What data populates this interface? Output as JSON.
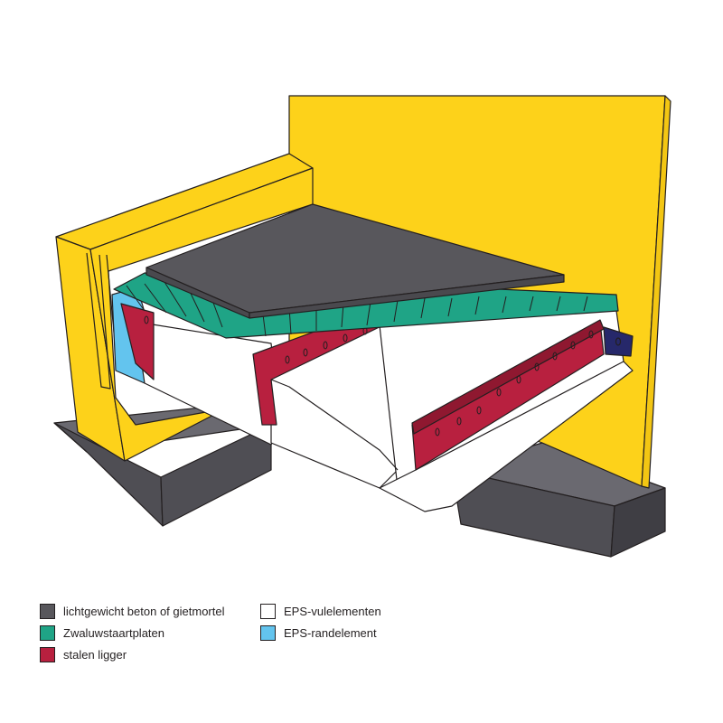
{
  "colors": {
    "concrete": "#58575c",
    "dovetail": "#1fa486",
    "steel": "#b8203f",
    "eps_fill": "#ffffff",
    "eps_edge": "#63c4ee",
    "wall": "#fdd21a",
    "base": "#4f4e54",
    "bracket": "#26286a",
    "stroke": "#231f20"
  },
  "legend": [
    {
      "label": "lichtgewicht beton of gietmortel",
      "color": "#58575c",
      "icon": "concrete-swatch"
    },
    {
      "label": "Zwaluwstaartplaten",
      "color": "#1fa486",
      "icon": "dovetail-swatch"
    },
    {
      "label": "stalen ligger",
      "color": "#b8203f",
      "icon": "steel-swatch"
    },
    {
      "label": "EPS-vulelementen",
      "color": "#ffffff",
      "icon": "eps-filler-swatch"
    },
    {
      "label": "EPS-randelement",
      "color": "#63c4ee",
      "icon": "eps-edge-swatch"
    }
  ]
}
